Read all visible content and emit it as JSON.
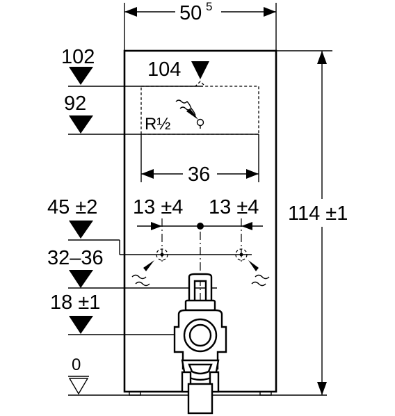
{
  "dimensions": {
    "width_base": "50",
    "width_sup": "5",
    "height_total": "114 ±1",
    "level_102": "102",
    "level_104": "104",
    "level_92": "92",
    "thread": "R½",
    "span_36": "36",
    "offset_left": "13 ±4",
    "offset_right": "13 ±4",
    "level_45": "45 ±2",
    "level_32_36": "32–36",
    "level_18": "18 ±1",
    "level_0": "0"
  }
}
